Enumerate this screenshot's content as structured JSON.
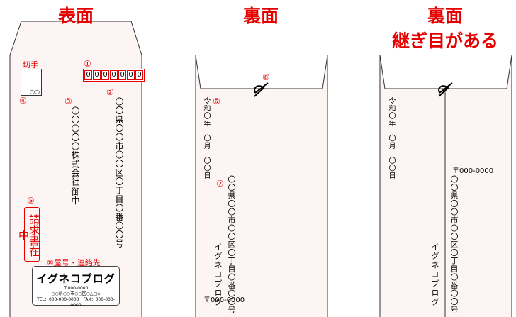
{
  "titles": {
    "front": "表面",
    "back": "裏面",
    "back_seam": "裏面",
    "back_seam_sub": "継ぎ目がある"
  },
  "colors": {
    "accent": "#e60000",
    "envelope_fill": "#fdf4f4",
    "outline": "#333333"
  },
  "front": {
    "stamp_label": "切手",
    "stamp_value": "○○",
    "markers": {
      "postal": "①",
      "address": "②",
      "recipient": "③",
      "stamp": "④",
      "notice": "⑤",
      "sender": "⑩屋号・連絡先"
    },
    "postal_digits": [
      "0",
      "0",
      "0",
      "0",
      "0",
      "0",
      "0"
    ],
    "address": "〇〇県〇〇市〇〇区〇丁目〇番〇〇号",
    "company": "〇〇〇〇〇株式会社",
    "honorific": "御中",
    "notice": "請求書在中",
    "card": {
      "name": "イグネコブログ",
      "zip": "〒000-0000",
      "address": "○○県○○市○○区○△□◇",
      "contact": "TEL：000-000-0000　FAX：000-000-0000"
    }
  },
  "back": {
    "markers": {
      "date": "⑥",
      "sender": "⑦",
      "seal": "⑧"
    },
    "date": "令和〇年　〇月　〇〇日",
    "address": "〇〇県〇〇市〇〇区〇丁目〇番〇〇号",
    "name": "イグネコブログ",
    "zip": "〒000-0000"
  },
  "back_seam": {
    "date": "令和〇年　〇月　〇〇日",
    "zip": "〒000-0000",
    "address": "〇〇県〇〇市〇〇区〇丁目〇番〇〇号",
    "name": "イグネコブログ"
  }
}
